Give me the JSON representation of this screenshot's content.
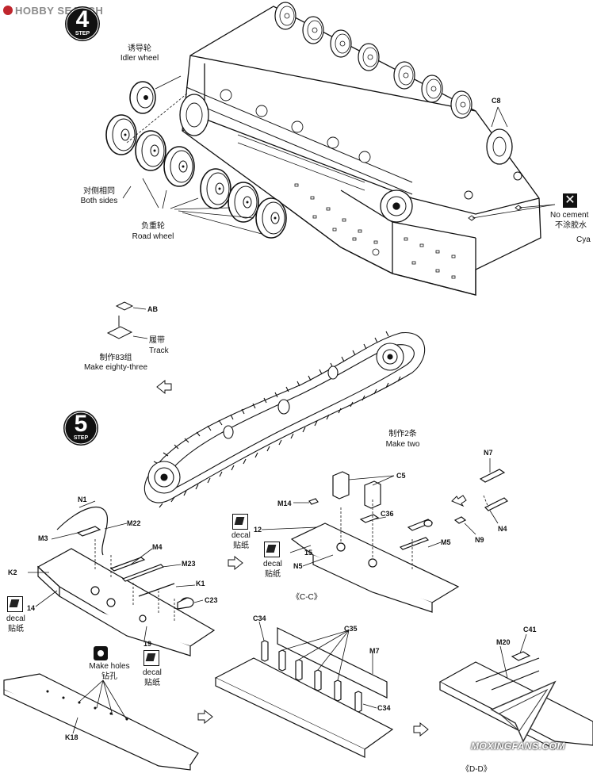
{
  "watermark": {
    "top": "HOBBY SEARCH",
    "bottom": "MOXINGFANS.COM"
  },
  "steps": {
    "step4": {
      "number": "4",
      "word": "STEP"
    },
    "step5": {
      "number": "5",
      "word": "STEP"
    }
  },
  "labels": {
    "idler_cn": "诱导轮",
    "idler_en": "Idler wheel",
    "both_cn": "对侧相同",
    "both_en": "Both sides",
    "road_cn": "负重轮",
    "road_en": "Road wheel",
    "c8": "C8",
    "no_cement_en": "No cement",
    "no_cement_cn": "不涂胶水",
    "cya": "Cya",
    "ab": "AB",
    "track_cn": "履带",
    "track_en": "Track",
    "make83_cn": "制作83组",
    "make83_en": "Make eighty-three",
    "make2_cn": "制作2条",
    "make2_en": "Make two",
    "n1": "N1",
    "m22": "M22",
    "m3": "M3",
    "m4": "M4",
    "m23": "M23",
    "k2": "K2",
    "k1": "K1",
    "n14": "14",
    "c23": "C23",
    "decal_en_a": "decal",
    "decal_cn_a": "贴纸",
    "n19": "19",
    "make_holes_en": "Make holes",
    "make_holes_cn": "钻孔",
    "decal_en_b": "decal",
    "decal_cn_b": "贴纸",
    "k18": "K18",
    "c5": "C5",
    "m14": "M14",
    "n12": "12",
    "c36": "C36",
    "decal_en_c": "decal",
    "decal_cn_c": "贴纸",
    "n15": "15",
    "decal_en_d": "decal",
    "decal_cn_d": "贴纸",
    "m5": "M5",
    "n5": "N5",
    "cc": "《C-C》",
    "n7": "N7",
    "n4": "N4",
    "n9": "N9",
    "c34a": "C34",
    "c35": "C35",
    "m7": "M7",
    "c34b": "C34",
    "m20": "M20",
    "c41": "C41",
    "dd": "《D-D》"
  }
}
